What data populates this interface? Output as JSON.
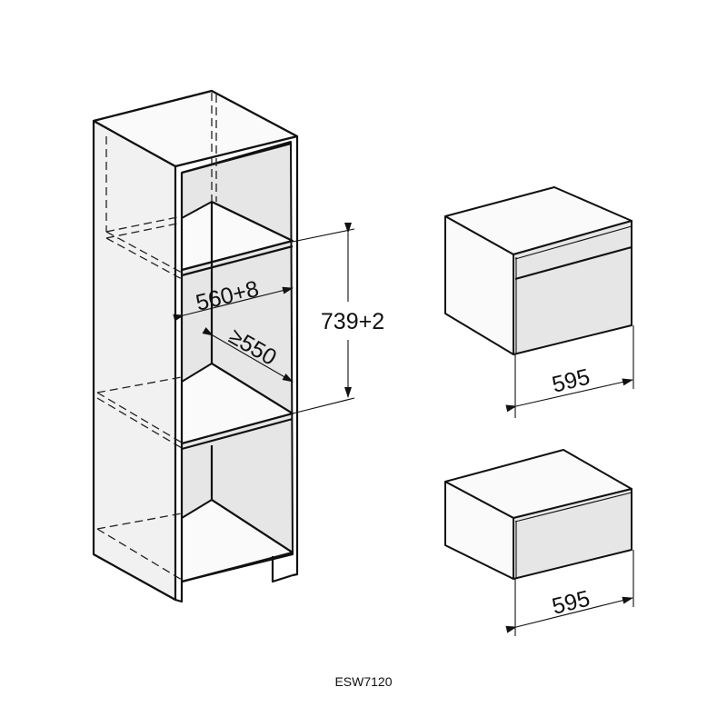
{
  "diagram": {
    "caption": "ESW7120",
    "cabinet": {
      "niche_width": "560+8",
      "niche_depth": "≥550",
      "niche_height": "739+2"
    },
    "appliance_top": {
      "width": "595"
    },
    "appliance_bottom": {
      "width": "595"
    }
  }
}
